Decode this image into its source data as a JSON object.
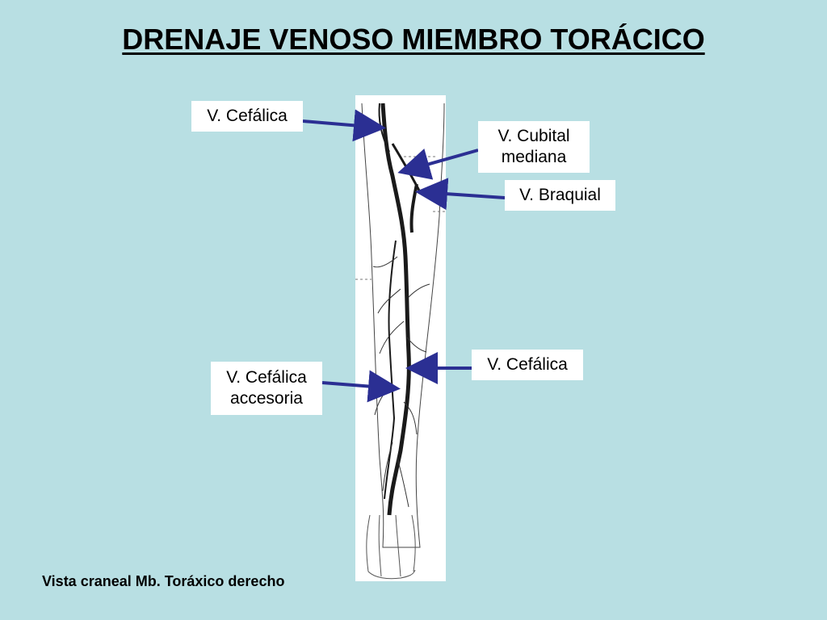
{
  "title": "DRENAJE VENOSO MIEMBRO TORÁCICO",
  "labels": {
    "cefalica_top": "V. Cefálica",
    "cubital_mediana_line1": "V. Cubital",
    "cubital_mediana_line2": "mediana",
    "braquial": "V. Braquial",
    "cefalica_bottom": "V. Cefálica",
    "cefalica_accesoria_line1": "V. Cefálica",
    "cefalica_accesoria_line2": "accesoria"
  },
  "caption": "Vista craneal Mb. Toráxico derecho",
  "colors": {
    "background": "#b8dfe3",
    "arrow": "#2b2f93"
  }
}
